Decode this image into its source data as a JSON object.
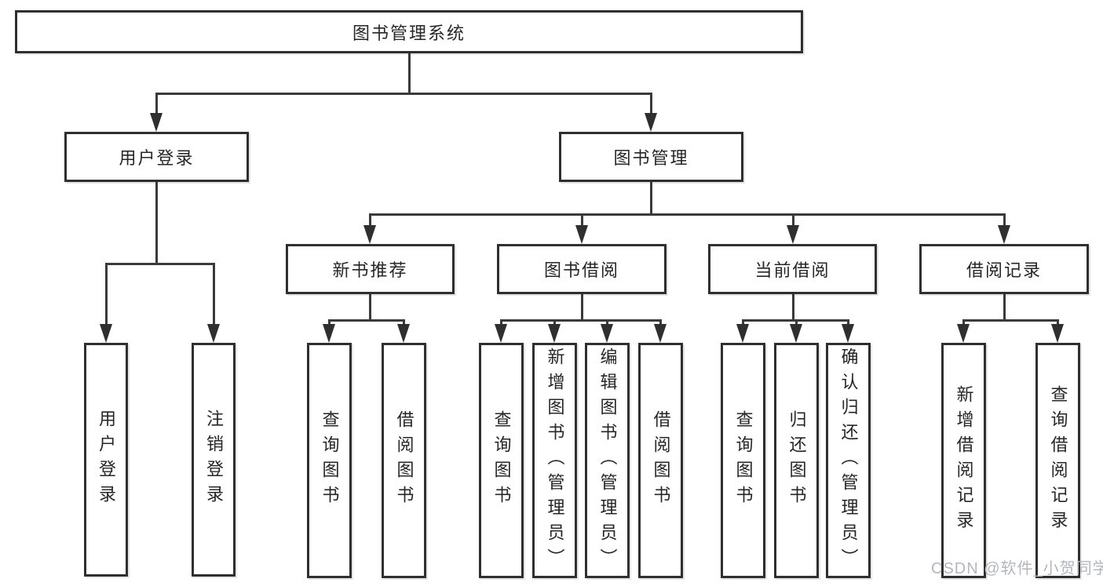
{
  "diagram": {
    "title": "图书管理系统",
    "branches": [
      {
        "label": "用户登录",
        "children": [
          {
            "label": "用户登录"
          },
          {
            "label": "注销登录"
          }
        ]
      },
      {
        "label": "图书管理",
        "children": [
          {
            "label": "新书推荐",
            "children": [
              {
                "label": "查询图书"
              },
              {
                "label": "借阅图书"
              }
            ]
          },
          {
            "label": "图书借阅",
            "children": [
              {
                "label": "查询图书"
              },
              {
                "label": "新增图书（管理员）"
              },
              {
                "label": "编辑图书（管理员）"
              },
              {
                "label": "借阅图书"
              }
            ]
          },
          {
            "label": "当前借阅",
            "children": [
              {
                "label": "查询图书"
              },
              {
                "label": "归还图书"
              },
              {
                "label": "确认归还（管理员）"
              }
            ]
          },
          {
            "label": "借阅记录",
            "children": [
              {
                "label": "新增借阅记录"
              },
              {
                "label": "查询借阅记录"
              }
            ]
          }
        ]
      }
    ]
  },
  "watermark": {
    "text": "CSDN @软件_小贺同学"
  },
  "colors": {
    "box_border": "#2f2f2f",
    "connector": "#3a3a3a",
    "label_text": "#262626",
    "watermark": "#b3b7bd",
    "background": "#ffffff"
  }
}
